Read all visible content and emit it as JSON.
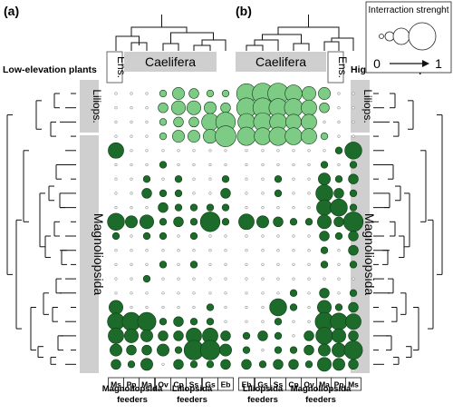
{
  "panels": {
    "a": {
      "label": "(a)",
      "plants_title": "Low-elevation plants",
      "species": [
        "Ms",
        "Pp",
        "Ma",
        "Ov",
        "Cp",
        "Ss",
        "Gs",
        "Eb"
      ],
      "group_ens": "Ens.",
      "group_caelifera": "Caelifera",
      "plant_group_1": "Liliops.",
      "plant_group_2": "Magnoliopsida",
      "feeder_1": "Magnoliopsida\nfeeders",
      "feeder_2": "Liliopsida\nfeeders"
    },
    "b": {
      "label": "(b)",
      "plants_title": "High-elevation plants",
      "species": [
        "Eb",
        "Gs",
        "Ss",
        "Cp",
        "Ov",
        "Ma",
        "Pp",
        "Ms"
      ],
      "group_ens": "Ens.",
      "group_caelifera": "Caelifera",
      "plant_group_1": "Liliops.",
      "plant_group_2": "Magnoliopsida",
      "feeder_1": "Liliopsida\nfeeders",
      "feeder_2": "Magnoliopsida\nfeeders"
    }
  },
  "legend": {
    "title": "Interraction strenght",
    "min": "0",
    "max": "1"
  },
  "colors": {
    "liliopsida_circle": "#7ecb86",
    "magnoliopsida_circle": "#1d6b2a",
    "band": "#cfcfcf"
  },
  "matrix_a": [
    [
      0,
      0,
      0,
      1,
      3,
      2,
      1,
      1
    ],
    [
      0,
      0,
      0,
      2,
      4,
      4,
      3,
      2
    ],
    [
      0,
      0,
      0,
      1,
      2,
      2,
      6,
      8
    ],
    [
      0,
      0,
      0,
      1,
      3,
      3,
      4,
      9
    ],
    [
      5,
      0,
      0,
      0,
      0,
      0,
      0,
      0
    ],
    [
      0,
      0,
      0,
      1,
      0,
      0,
      0,
      0
    ],
    [
      0,
      0,
      1,
      0,
      1,
      0,
      0,
      1
    ],
    [
      0,
      0,
      2,
      1,
      1,
      0,
      0,
      2
    ],
    [
      0,
      0,
      0,
      2,
      1,
      1,
      1,
      1
    ],
    [
      6,
      3,
      4,
      1,
      2,
      1,
      8,
      1
    ],
    [
      1,
      0,
      1,
      1,
      0,
      1,
      0,
      0
    ],
    [
      0,
      0,
      0,
      0,
      0,
      0,
      0,
      0
    ],
    [
      0,
      0,
      0,
      1,
      0,
      1,
      0,
      0
    ],
    [
      0,
      0,
      1,
      0,
      0,
      0,
      0,
      0
    ],
    [
      0,
      0,
      0,
      0,
      0,
      0,
      0,
      0
    ],
    [
      4,
      0,
      0,
      0,
      0,
      0,
      1,
      0
    ],
    [
      6,
      7,
      7,
      1,
      2,
      1,
      1,
      0
    ],
    [
      5,
      4,
      3,
      2,
      2,
      5,
      5,
      2
    ],
    [
      3,
      2,
      2,
      3,
      1,
      8,
      8,
      3
    ],
    [
      2,
      1,
      3,
      0,
      2,
      1,
      1,
      2
    ]
  ],
  "matrix_b": [
    [
      8,
      9,
      9,
      6,
      4,
      3,
      0,
      0
    ],
    [
      8,
      8,
      7,
      7,
      5,
      2,
      0,
      0
    ],
    [
      6,
      7,
      6,
      5,
      5,
      0,
      0,
      0
    ],
    [
      7,
      6,
      7,
      6,
      5,
      1,
      0,
      0
    ],
    [
      0,
      0,
      0,
      0,
      0,
      0,
      1,
      6
    ],
    [
      0,
      0,
      0,
      0,
      0,
      1,
      0,
      1
    ],
    [
      0,
      0,
      1,
      0,
      0,
      3,
      1,
      2
    ],
    [
      0,
      0,
      1,
      0,
      0,
      6,
      2,
      1
    ],
    [
      0,
      0,
      0,
      0,
      0,
      5,
      6,
      1
    ],
    [
      5,
      3,
      2,
      1,
      1,
      4,
      2,
      8
    ],
    [
      0,
      0,
      0,
      0,
      0,
      2,
      1,
      2
    ],
    [
      0,
      0,
      0,
      0,
      0,
      1,
      0,
      2
    ],
    [
      0,
      0,
      0,
      0,
      0,
      1,
      0,
      1
    ],
    [
      0,
      0,
      0,
      0,
      0,
      0,
      0,
      0
    ],
    [
      0,
      0,
      0,
      1,
      0,
      2,
      0,
      1
    ],
    [
      0,
      0,
      6,
      1,
      0,
      4,
      1,
      2
    ],
    [
      0,
      0,
      1,
      0,
      0,
      7,
      6,
      5
    ],
    [
      1,
      2,
      1,
      0,
      2,
      6,
      4,
      2
    ],
    [
      1,
      0,
      1,
      1,
      2,
      3,
      4,
      7
    ],
    [
      2,
      1,
      2,
      2,
      1,
      4,
      3,
      2
    ]
  ]
}
